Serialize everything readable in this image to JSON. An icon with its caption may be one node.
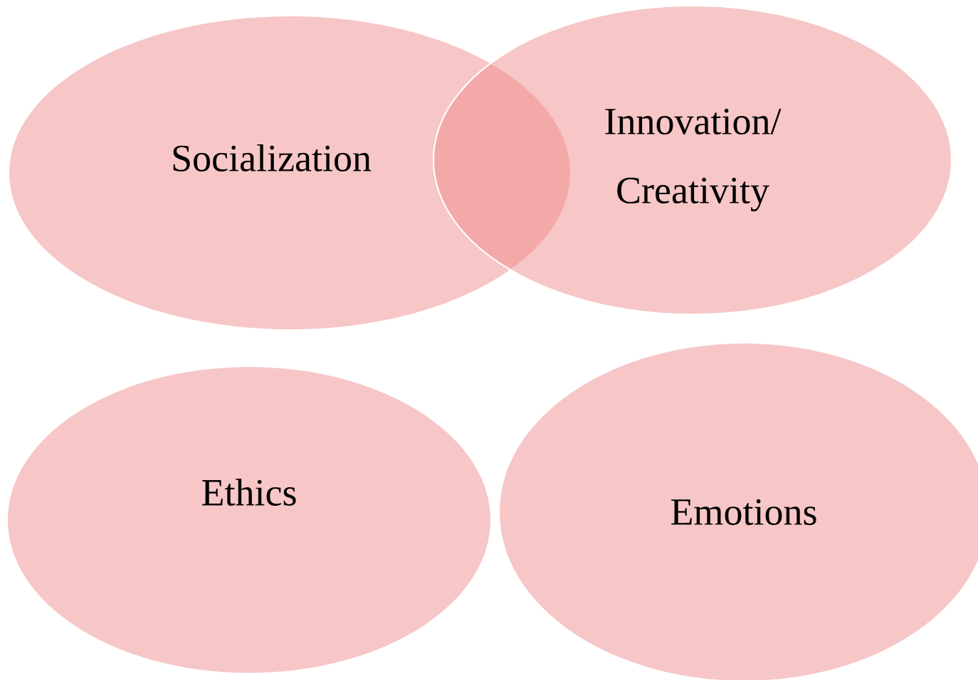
{
  "diagram": {
    "nodes": [
      {
        "text": [
          "Socialization"
        ]
      },
      {
        "text": [
          "Innovation/ Creativity"
        ]
      },
      {
        "text": [
          "Ethics"
        ]
      },
      {
        "text": [
          "Emotions"
        ]
      }
    ]
  }
}
